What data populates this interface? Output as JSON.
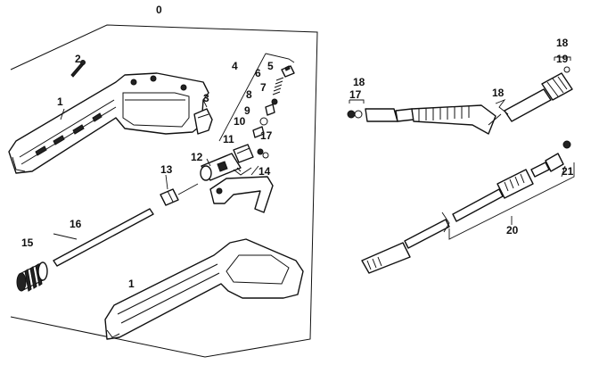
{
  "diagram": {
    "callouts": {
      "c0": "0",
      "c1a": "1",
      "c1b": "1",
      "c2": "2",
      "c3": "3",
      "c4": "4",
      "c5": "5",
      "c6": "6",
      "c7": "7",
      "c8": "8",
      "c9": "9",
      "c10": "10",
      "c11": "11",
      "c12": "12",
      "c13": "13",
      "c14": "14",
      "c15": "15",
      "c16": "16",
      "c17a": "17",
      "c17b": "17",
      "c18a": "18",
      "c18b": "18",
      "c18c": "18",
      "c19": "19",
      "c20": "20",
      "c21": "21"
    }
  }
}
